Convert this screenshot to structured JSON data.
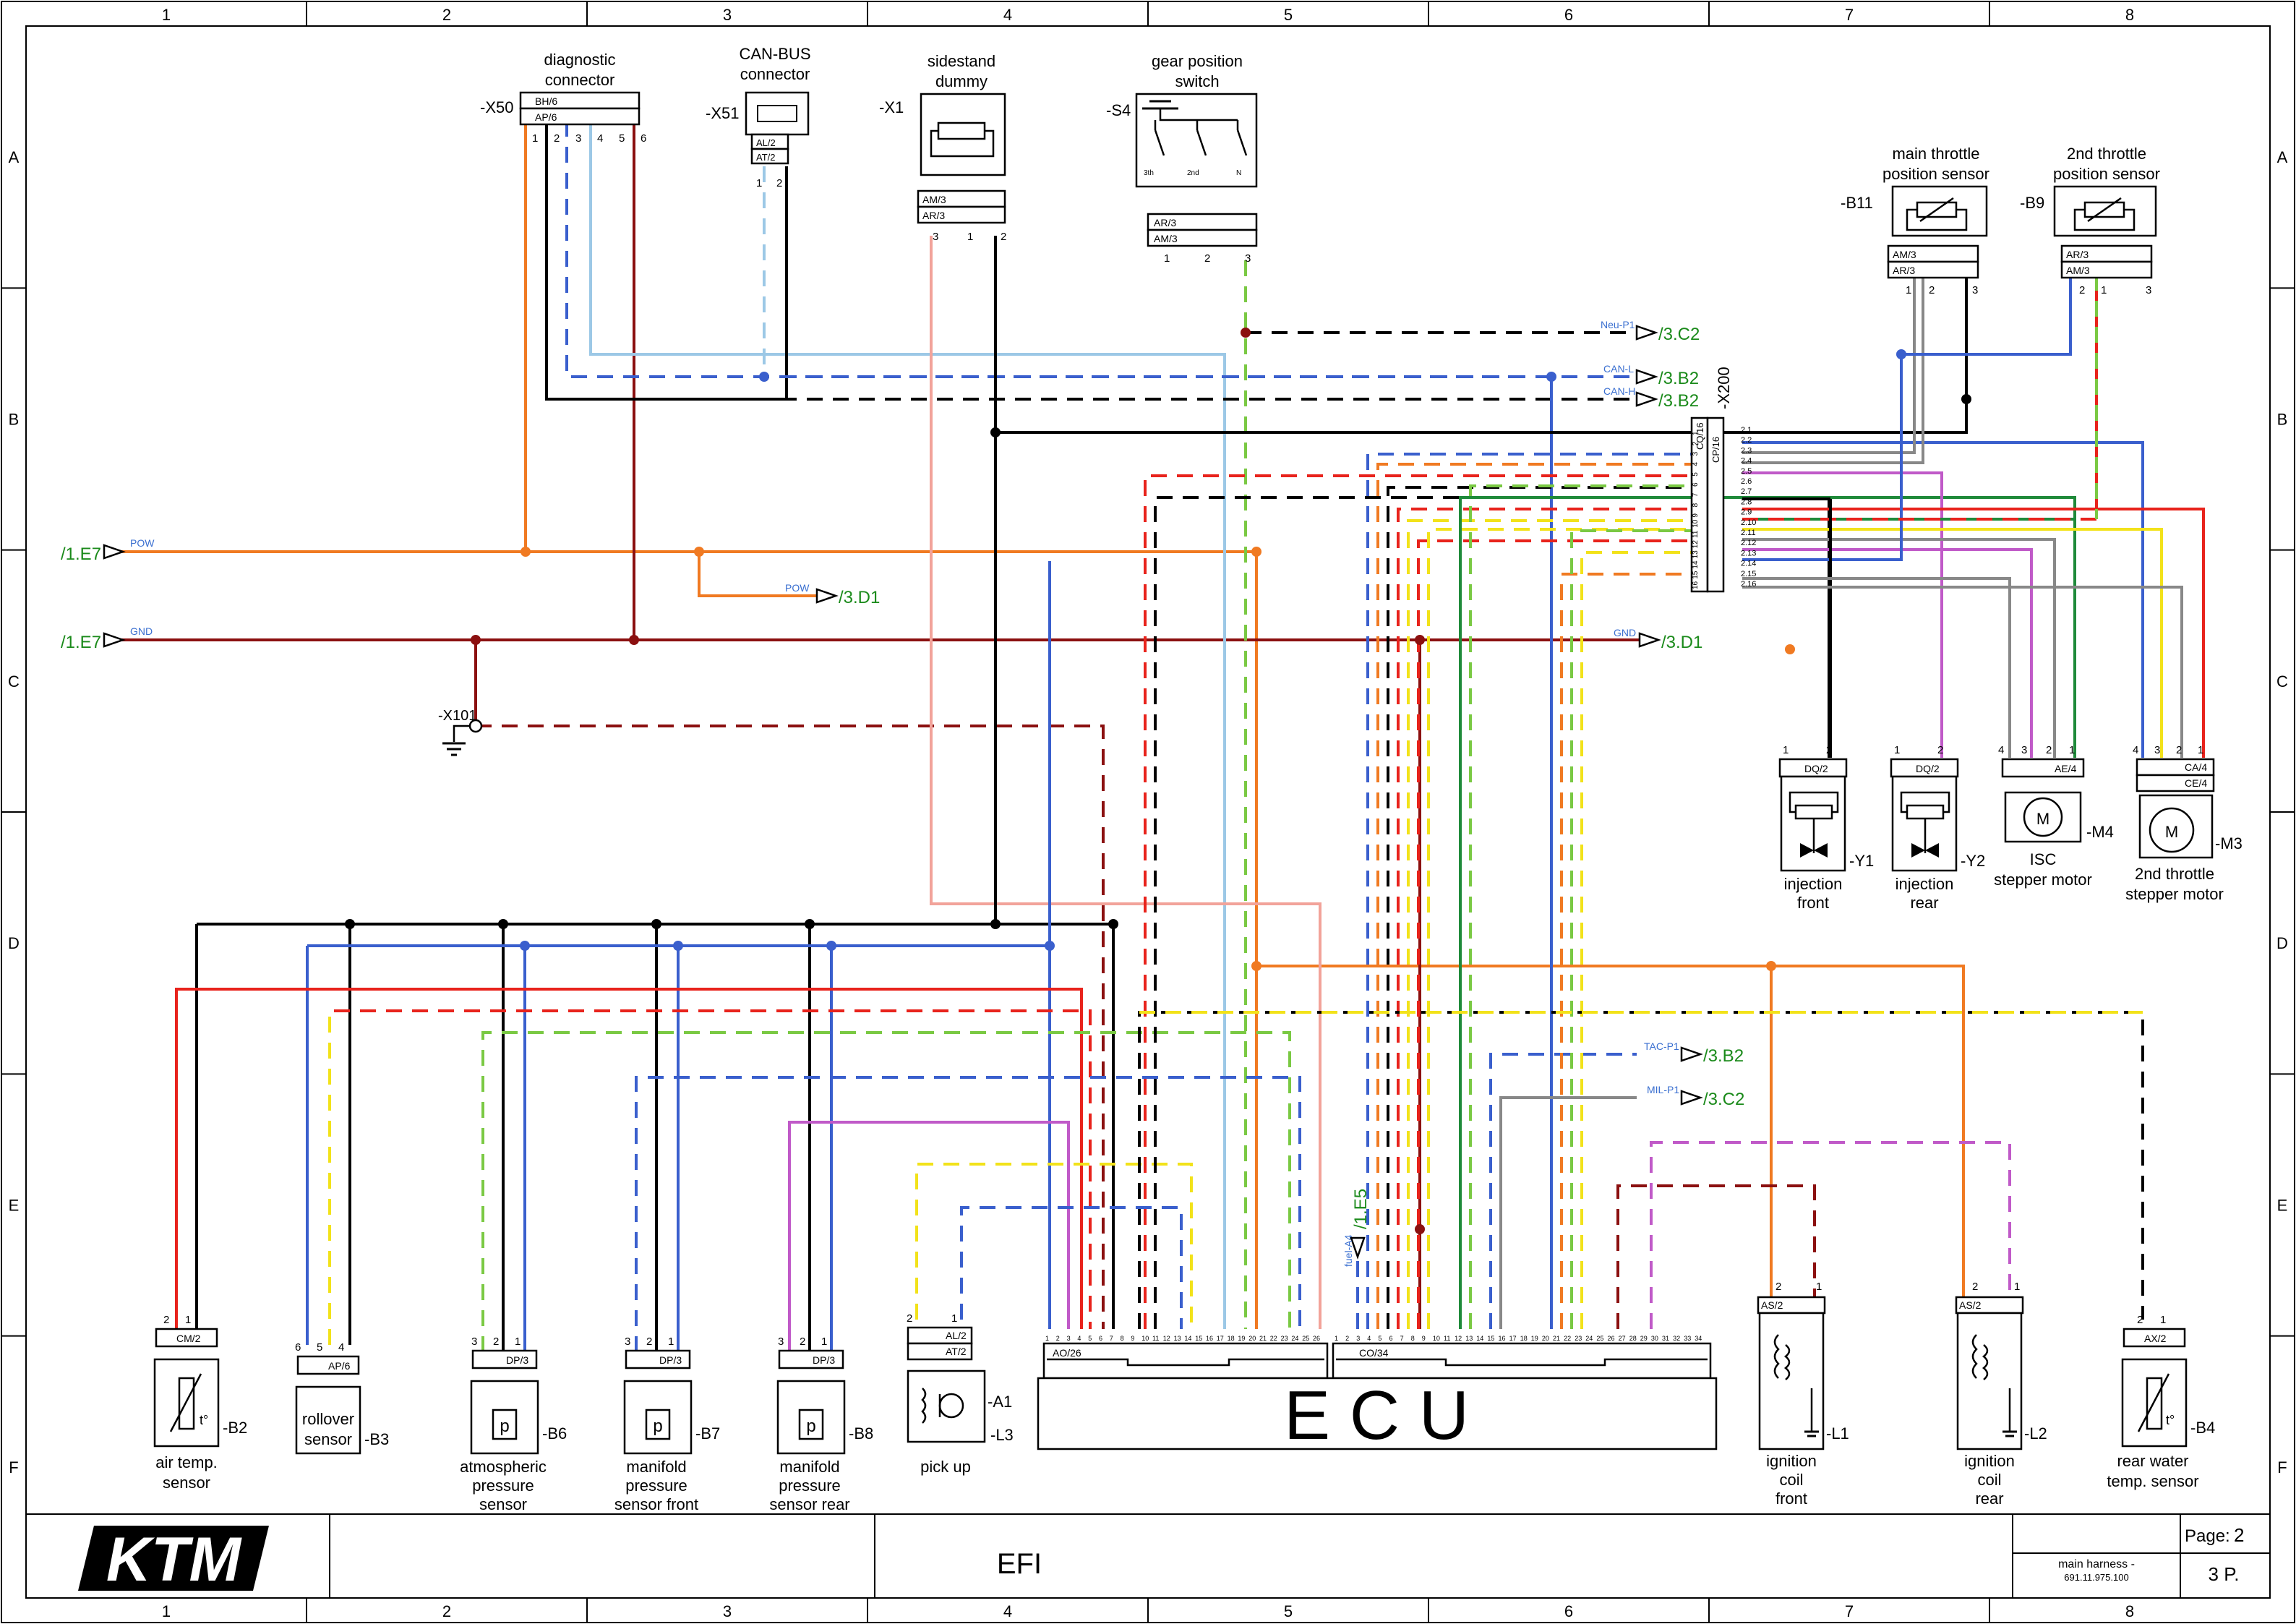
{
  "grid": {
    "columns": [
      "1",
      "2",
      "3",
      "4",
      "5",
      "6",
      "7",
      "8"
    ],
    "rows": [
      "A",
      "B",
      "C",
      "D",
      "E",
      "F"
    ]
  },
  "title_block": {
    "title": "EFI",
    "harness_label": "main harness -",
    "harness_number": "691.11.975.100",
    "page_label": "Page:",
    "page_number": "2",
    "total_pages": "3 P.",
    "logo_text": "KTM"
  },
  "colors": {
    "black": "#000000",
    "blue": "#3a5fcd",
    "light_blue": "#9cc8e6",
    "red": "#e8231c",
    "dark_red": "#8b1010",
    "orange": "#f07a22",
    "green": "#1f8a3a",
    "light_green": "#7ac943",
    "yellow": "#f2e21a",
    "pink": "#f2a39a",
    "violet": "#c05ac8",
    "grey": "#888888",
    "ref_green": "#1a8a1a",
    "signal_blue": "#3a6fd0"
  },
  "components": {
    "x50": {
      "ref": "-X50",
      "name1": "diagnostic",
      "name2": "connector",
      "code1": "BH/6",
      "code2": "AP/6",
      "pins": [
        "1",
        "2",
        "3",
        "4",
        "5",
        "6"
      ]
    },
    "x51": {
      "ref": "-X51",
      "name1": "CAN-BUS",
      "name2": "connector",
      "code1": "AL/2",
      "code2": "AT/2",
      "pins": [
        "1",
        "2"
      ]
    },
    "x1": {
      "ref": "-X1",
      "name1": "sidestand",
      "name2": "dummy",
      "code1": "AM/3",
      "code2": "AR/3",
      "pins": [
        "3",
        "1",
        "2"
      ]
    },
    "s4": {
      "ref": "-S4",
      "name1": "gear position",
      "name2": "switch",
      "code1": "AR/3",
      "code2": "AM/3",
      "pins": [
        "1",
        "2",
        "3"
      ],
      "positions": [
        "3th",
        "2nd",
        "N"
      ]
    },
    "b11": {
      "ref": "-B11",
      "name1": "main throttle",
      "name2": "position sensor",
      "code1": "AM/3",
      "code2": "AR/3",
      "pins": [
        "1",
        "2",
        "3"
      ]
    },
    "b9": {
      "ref": "-B9",
      "name1": "2nd throttle",
      "name2": "position sensor",
      "code1": "AR/3",
      "code2": "AM/3",
      "pins": [
        "2",
        "1",
        "3"
      ]
    },
    "x200": {
      "ref": "-X200",
      "code1": "CQ/16",
      "code2": "CP/16"
    },
    "x101": {
      "ref": "-X101"
    },
    "y1": {
      "ref": "-Y1",
      "name1": "injection",
      "name2": "front",
      "code": "DQ/2",
      "pins": [
        "1",
        "2"
      ]
    },
    "y2": {
      "ref": "-Y2",
      "name1": "injection",
      "name2": "rear",
      "code": "DQ/2",
      "pins": [
        "1",
        "2"
      ]
    },
    "m4": {
      "ref": "-M4",
      "name1": "ISC",
      "name2": "stepper motor",
      "code": "AE/4",
      "pins": [
        "4",
        "3",
        "2",
        "1"
      ],
      "symbol": "M"
    },
    "m3": {
      "ref": "-M3",
      "name1": "2nd throttle",
      "name2": "stepper motor",
      "code1": "CA/4",
      "code2": "CE/4",
      "pins": [
        "4",
        "3",
        "2",
        "1"
      ],
      "symbol": "M"
    },
    "b2": {
      "ref": "-B2",
      "name1": "air temp.",
      "name2": "sensor",
      "code": "CM/2",
      "pins": [
        "2",
        "1"
      ],
      "symbol": "t°"
    },
    "b3": {
      "ref": "-B3",
      "name1": "rollover",
      "name2": "sensor",
      "code": "AP/6",
      "pins": [
        "6",
        "5",
        "4"
      ]
    },
    "b6": {
      "ref": "-B6",
      "name1": "atmospheric",
      "name2": "pressure",
      "name3": "sensor",
      "code": "DP/3",
      "pins": [
        "3",
        "2",
        "1"
      ],
      "symbol": "p"
    },
    "b7": {
      "ref": "-B7",
      "name1": "manifold",
      "name2": "pressure",
      "name3": "sensor front",
      "code": "DP/3",
      "pins": [
        "3",
        "2",
        "1"
      ],
      "symbol": "p"
    },
    "b8": {
      "ref": "-B8",
      "name1": "manifold",
      "name2": "pressure",
      "name3": "sensor rear",
      "code": "DP/3",
      "pins": [
        "3",
        "2",
        "1"
      ],
      "symbol": "p"
    },
    "l3": {
      "ref": "-L3",
      "name1": "pick up",
      "code1": "AL/2",
      "code2": "AT/2",
      "pins": [
        "2",
        "1"
      ]
    },
    "a1": {
      "ref": "-A1",
      "name": "E C U",
      "conn1": "AO/26",
      "conn2": "CO/34"
    },
    "l1": {
      "ref": "-L1",
      "name1": "ignition",
      "name2": "coil",
      "name3": "front",
      "code": "AS/2",
      "pins": [
        "2",
        "1"
      ]
    },
    "l2": {
      "ref": "-L2",
      "name1": "ignition",
      "name2": "coil",
      "name3": "rear",
      "code": "AS/2",
      "pins": [
        "2",
        "1"
      ]
    },
    "b4": {
      "ref": "-B4",
      "name1": "rear water",
      "name2": "temp. sensor",
      "code": "AX/2",
      "pins": [
        "2",
        "1"
      ],
      "symbol": "t°"
    }
  },
  "refs": {
    "pow_in": "/1.E7",
    "pow_in_sig": "POW",
    "gnd_in": "/1.E7",
    "gnd_in_sig": "GND",
    "pow_out": "/3.D1",
    "pow_out_sig": "POW",
    "gnd_out": "/3.D1",
    "gnd_out_sig": "GND",
    "neu": "/3.C2",
    "neu_sig": "Neu-P1",
    "canl": "/3.B2",
    "canl_sig": "CAN-L",
    "canh": "/3.B2",
    "canh_sig": "CAN-H",
    "tac": "/3.B2",
    "tac_sig": "TAC-P1",
    "mil": "/3.C2",
    "mil_sig": "MIL-P1",
    "fuel": "/1.E5",
    "fuel_sig": "fuel-A4"
  }
}
